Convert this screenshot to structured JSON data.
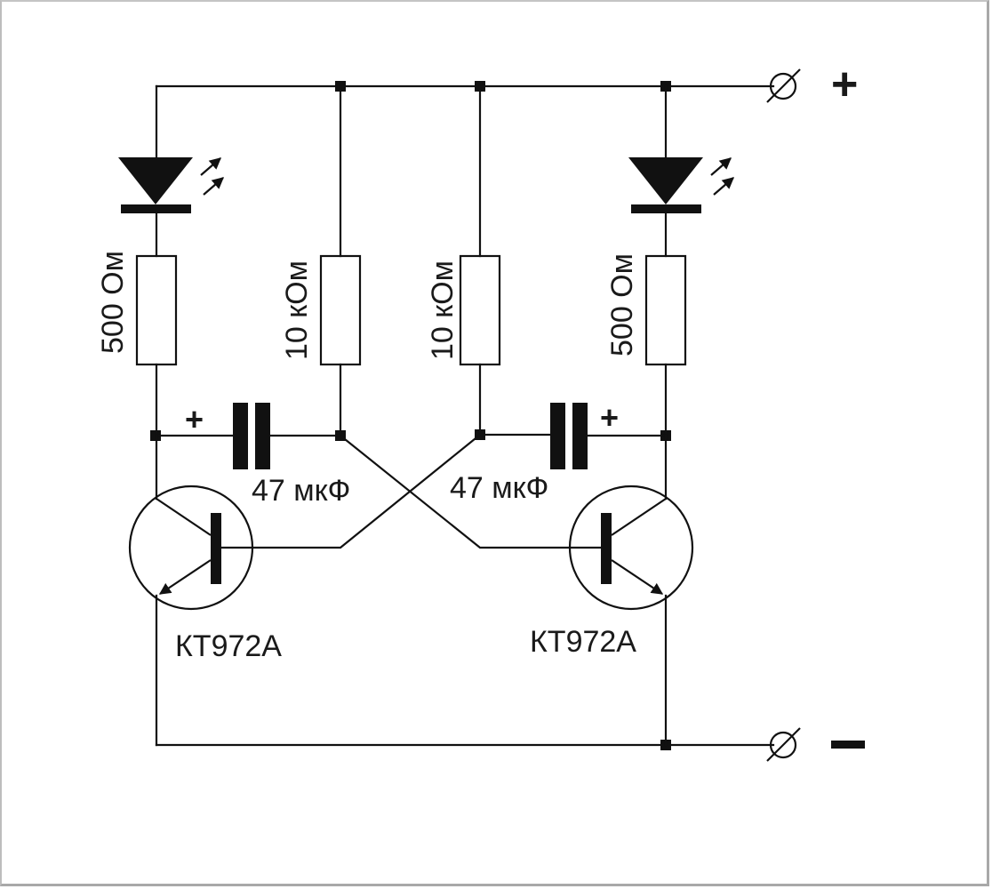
{
  "diagram": {
    "type": "circuit-schematic",
    "title": "Transistor multivibrator with two LEDs",
    "terminals": {
      "positive": "+",
      "negative": "−"
    },
    "resistors": [
      {
        "id": "R1",
        "label": "500 Ом"
      },
      {
        "id": "R2",
        "label": "10 кОм"
      },
      {
        "id": "R3",
        "label": "10 кОм"
      },
      {
        "id": "R4",
        "label": "500 Ом"
      }
    ],
    "capacitors": [
      {
        "id": "C1",
        "label": "47 мкФ",
        "polarity": "+"
      },
      {
        "id": "C2",
        "label": "47 мкФ",
        "polarity": "+"
      }
    ],
    "transistors": [
      {
        "id": "VT1",
        "label": "КТ972А"
      },
      {
        "id": "VT2",
        "label": "КТ972А"
      }
    ],
    "leds": [
      {
        "id": "HL1"
      },
      {
        "id": "HL2"
      }
    ]
  }
}
